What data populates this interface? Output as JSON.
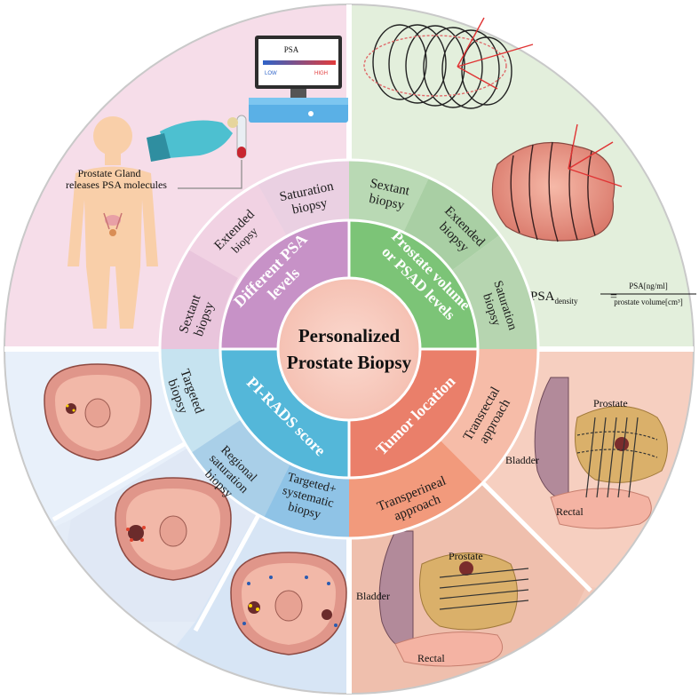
{
  "center": {
    "line1": "Personalized",
    "line2": "Prostate Biopsy"
  },
  "categories": {
    "psa": "Different PSA levels",
    "psa_line1": "Different PSA",
    "psa_line2": "levels",
    "volume_line1": "Prostate volume",
    "volume_line2": "or PSAD levels",
    "pirads": "PI-RADS score",
    "tumor": "Tumor location"
  },
  "psa_strategies": {
    "sextant_1": "Sextant",
    "sextant_2": "biopsy",
    "extended_1": "Extended",
    "extended_2": "biopsy",
    "saturation_1": "Saturation",
    "saturation_2": "biopsy"
  },
  "volume_strategies": {
    "sextant_1": "Sextant",
    "sextant_2": "biopsy",
    "extended_1": "Extended",
    "extended_2": "biopsy",
    "saturation_1": "Saturation",
    "saturation_2": "biopsy"
  },
  "pirads_strategies": {
    "targeted_1": "Targeted",
    "targeted_2": "biopsy",
    "regional_1": "Regional",
    "regional_2": "saturation",
    "regional_3": "biopsy",
    "ts_1": "Targeted+",
    "ts_2": "systematic",
    "ts_3": "biopsy"
  },
  "tumor_strategies": {
    "transrectal_1": "Transrectal",
    "transrectal_2": "approach",
    "transperineal_1": "Transperineal",
    "transperineal_2": "approach"
  },
  "psa_panel": {
    "monitor_title": "PSA",
    "low": "LOW",
    "high": "HIGH",
    "gland_line1": "Prostate Gland",
    "gland_line2": "releases PSA molecules"
  },
  "volume_panel": {
    "formula_lhs": "PSA",
    "formula_sub": "density",
    "formula_eq": "=",
    "formula_num": "PSA[ng/ml]",
    "formula_den": "prostate volume[cm³]"
  },
  "tumor_panel": {
    "prostate_a": "Prostate",
    "bladder_a": "Bladder",
    "rectal_a": "Rectal",
    "prostate_b": "Prostate",
    "bladder_b": "Bladder",
    "rectal_b": "Rectal"
  },
  "colors": {
    "psa_bg": "#f6dde9",
    "volume_bg": "#e3efdc",
    "pirads_bg": "#e4ecf7",
    "tumor_bg": "#f3c9b9",
    "psa_ring": "#c792c7",
    "volume_ring": "#7cc477",
    "pirads_ring": "#54b7d9",
    "tumor_ring": "#ea7f6a",
    "center": "#f8cfc4"
  }
}
